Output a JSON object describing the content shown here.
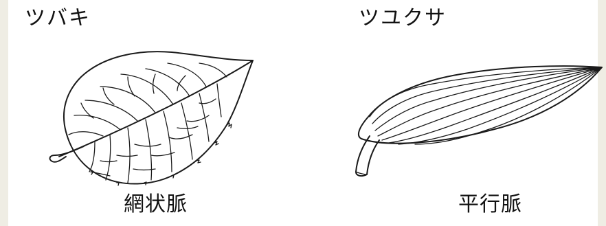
{
  "left_leaf": {
    "name": "ツバキ",
    "vein_type": "網状脈"
  },
  "right_leaf": {
    "name": "ツユクサ",
    "vein_type": "平行脈"
  }
}
